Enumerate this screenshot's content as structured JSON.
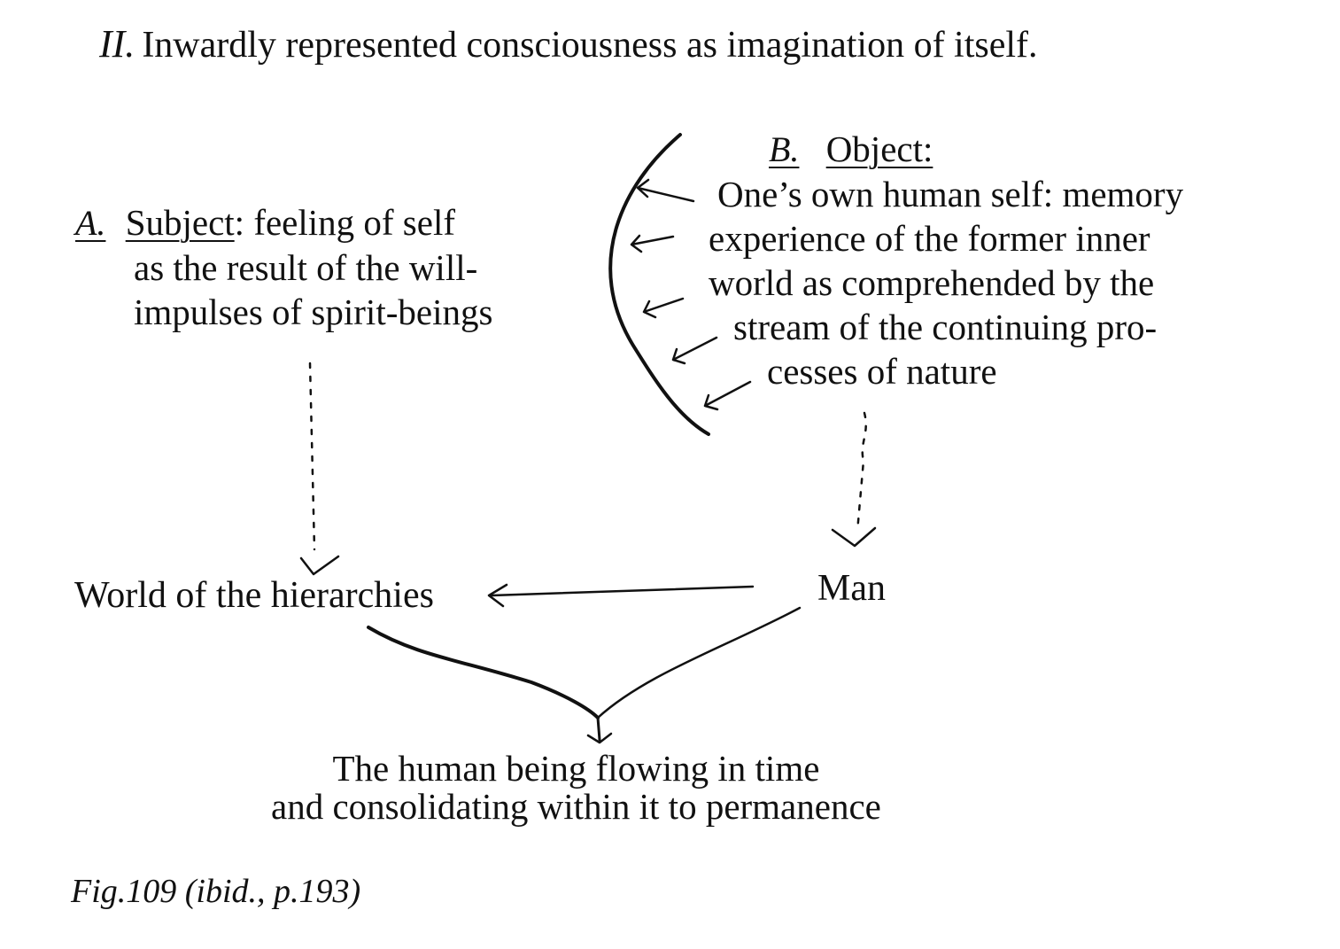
{
  "heading": {
    "numeral": "II.",
    "text": "Inwardly represented consciousness as imagination of itself."
  },
  "subject": {
    "marker": "A.",
    "term": "Subject",
    "lines": [
      ": feeling of self",
      "as the result of the will-",
      "impulses of spirit-beings"
    ]
  },
  "object": {
    "marker": "B.",
    "term": "Object:",
    "lines": [
      "One’s own human self: memory",
      "experience of the former inner",
      "world as comprehended by the",
      "stream of the continuing pro-",
      "cesses of nature"
    ]
  },
  "nodes": {
    "world": "World of the hierarchies",
    "man": "Man",
    "result_line1": "The human being flowing in time",
    "result_line2": "and consolidating within it to permanence"
  },
  "caption": "Fig.109 (ibid., p.193)"
}
